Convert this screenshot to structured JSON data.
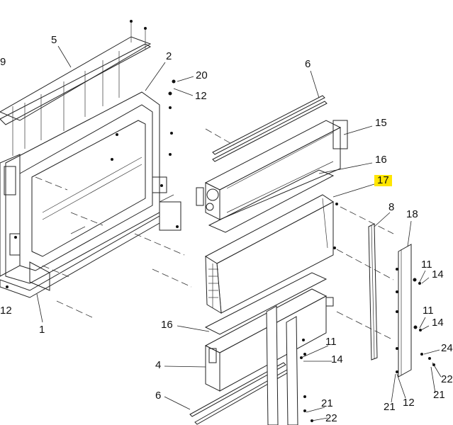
{
  "callouts": [
    {
      "id": "c9",
      "text": "9"
    },
    {
      "id": "c5",
      "text": "5"
    },
    {
      "id": "c2",
      "text": "2"
    },
    {
      "id": "c20",
      "text": "20"
    },
    {
      "id": "c12a",
      "text": "12"
    },
    {
      "id": "c6a",
      "text": "6"
    },
    {
      "id": "c15",
      "text": "15"
    },
    {
      "id": "c16a",
      "text": "16"
    },
    {
      "id": "c17",
      "text": "17"
    },
    {
      "id": "c8",
      "text": "8"
    },
    {
      "id": "c18",
      "text": "18"
    },
    {
      "id": "c11a",
      "text": "11"
    },
    {
      "id": "c14a",
      "text": "14"
    },
    {
      "id": "c11b",
      "text": "11"
    },
    {
      "id": "c14b",
      "text": "14"
    },
    {
      "id": "c24",
      "text": "24"
    },
    {
      "id": "c22a",
      "text": "22"
    },
    {
      "id": "c21a",
      "text": "21"
    },
    {
      "id": "c12b",
      "text": "12"
    },
    {
      "id": "c21b",
      "text": "21"
    },
    {
      "id": "c12c",
      "text": "12"
    },
    {
      "id": "c1",
      "text": "1"
    },
    {
      "id": "c16b",
      "text": "16"
    },
    {
      "id": "c11c",
      "text": "11"
    },
    {
      "id": "c14c",
      "text": "14"
    },
    {
      "id": "c4",
      "text": "4"
    },
    {
      "id": "c6b",
      "text": "6"
    },
    {
      "id": "c21c",
      "text": "21"
    },
    {
      "id": "c22b",
      "text": "22"
    }
  ],
  "highlight_color": "#ffe600",
  "highlighted_callout": "17"
}
